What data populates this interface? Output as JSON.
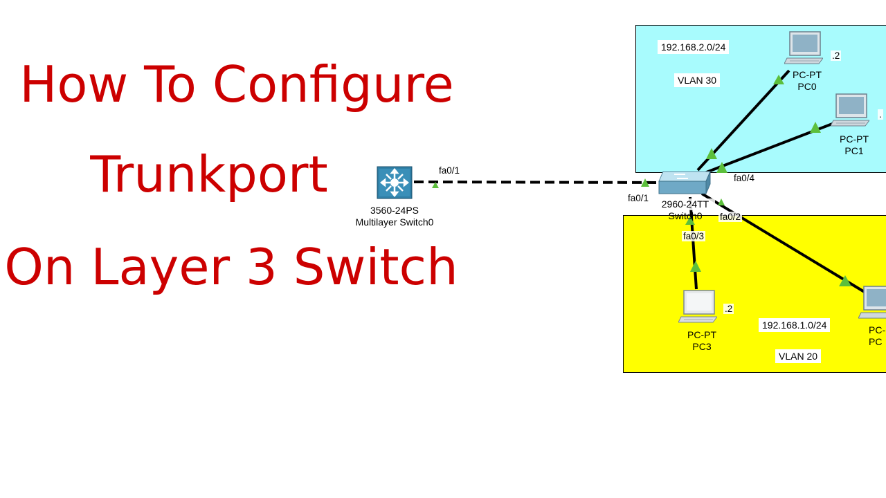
{
  "title": {
    "line1": "How To Configure",
    "line2": "Trunkport",
    "line3": "On Layer 3 Switch"
  },
  "vlan30": {
    "network": "192.168.2.0/24",
    "name": "VLAN 30",
    "color": "#a8fbfd"
  },
  "vlan20": {
    "network": "192.168.1.0/24",
    "name": "VLAN 20",
    "color": "#ffff00"
  },
  "devices": {
    "multilayer": {
      "model": "3560-24PS",
      "name": "Multilayer Switch0",
      "icon": "multilayer-switch-icon"
    },
    "switch0": {
      "model": "2960-24TT",
      "name": "Switch0",
      "icon": "switch-icon"
    },
    "pc0": {
      "model": "PC-PT",
      "name": "PC0",
      "ip": ".2",
      "icon": "pc-icon"
    },
    "pc1": {
      "model": "PC-PT",
      "name": "PC1",
      "ip": ".",
      "icon": "pc-icon"
    },
    "pc3": {
      "model": "PC-PT",
      "name": "PC3",
      "ip": ".2",
      "icon": "pc-icon"
    },
    "pc2": {
      "model": "PC-",
      "name": "PC",
      "icon": "pc-icon"
    }
  },
  "ports": {
    "ml_fa01": "fa0/1",
    "sw_fa01": "fa0/1",
    "sw_fa04": "fa0/4",
    "sw_fa02": "fa0/2",
    "sw_fa03": "fa0/3"
  },
  "colors": {
    "title": "#cc0000",
    "link_up": "#5cbf3c"
  }
}
